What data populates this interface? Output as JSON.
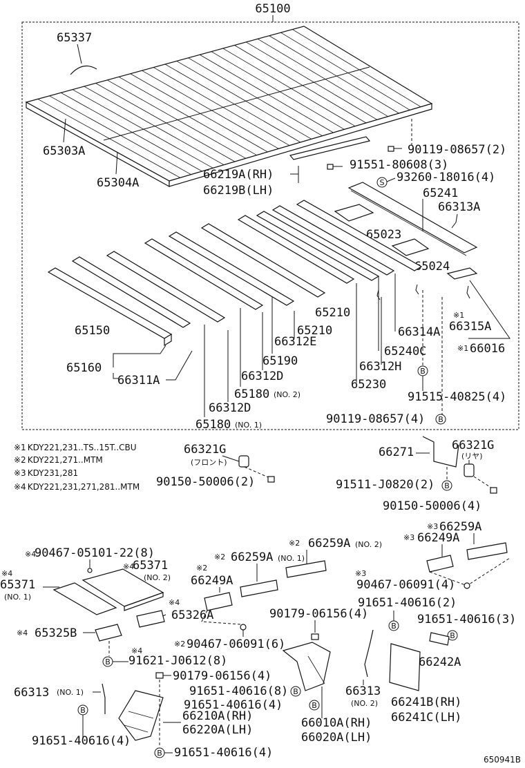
{
  "diagram_id": "650941B",
  "frame_title": "65100",
  "labels": {
    "p65337": "65337",
    "p65303a": "65303A",
    "p65304a": "65304A",
    "p66219a": "66219A(RH)",
    "p66219b": "66219B(LH)",
    "p90119a": "90119-08657(2)",
    "p91551": "91551-80608(3)",
    "p93260": "93260-18016(4)",
    "p65241": "65241",
    "p66313a": "66313A",
    "p65023": "65023",
    "p65024": "65024",
    "p65150": "65150",
    "p65160": "65160",
    "p66311a": "66311A",
    "p65210a": "65210",
    "p65210b": "65210",
    "p66312e": "66312E",
    "p65190": "65190",
    "p66312d_a": "66312D",
    "p65180_no2": "65180",
    "p65180_no2_sfx": "(NO. 2)",
    "p66312d_b": "66312D",
    "p65180_no1": "65180",
    "p65180_no1_sfx": "(NO. 1)",
    "p66314a": "66314A",
    "p65240c": "65240C",
    "p66312h": "66312H",
    "p65230": "65230",
    "p66315a": "66315A",
    "p66315a_mark": "※1",
    "p66016": "66016",
    "p66016_mark": "※1",
    "p91515": "91515-40825(4)",
    "p90119b": "90119-08657(4)",
    "p66321g_f": "66321G",
    "p66321g_f_sfx": "(フロント)",
    "p90150_f": "90150-50006(2)",
    "p66271": "66271",
    "p66321g_r": "66321G",
    "p66321g_r_sfx": "(リヤ)",
    "p91511": "91511-J0820(2)",
    "p90150_r": "90150-50006(4)",
    "p90467_05101": "90467-05101-22(8)",
    "p90467_05101_mark": "※4",
    "p65371_no2": "65371",
    "p65371_no2_mark": "※4",
    "p65371_no2_sfx": "(NO. 2)",
    "p65371_no1": "65371",
    "p65371_no1_mark": "※4",
    "p65371_no1_sfx": "(NO. 1)",
    "p66259a_no2": "66259A",
    "p66259a_no2_mark": "※2",
    "p66259a_no2_sfx": "(NO. 2)",
    "p66259a_no1": "66259A",
    "p66259a_no1_mark": "※2",
    "p66259a_no1_sfx": "(NO. 1)",
    "p66249a_l": "66249A",
    "p66249a_l_mark": "※2",
    "p65326a": "65326A",
    "p65326a_mark": "※4",
    "p65325b": "65325B",
    "p65325b_mark": "※4",
    "p91621": "91621-J0612(8)",
    "p91621_mark": "※4",
    "p90467_06091_l": "90467-06091(6)",
    "p90467_06091_l_mark": "※2",
    "p90179_a": "90179-06156(4)",
    "p90179_b": "90179-06156(4)",
    "p66259a_r": "66259A",
    "p66259a_r_mark": "※3",
    "p66249a_r": "66249A",
    "p66249a_r_mark": "※3",
    "p90467_06091_r": "90467-06091(4)",
    "p90467_06091_r_mark": "※3",
    "p91651_2": "91651-40616(2)",
    "p91651_3": "91651-40616(3)",
    "p66242a": "66242A",
    "p66313_no1": "66313",
    "p66313_no1_sfx": "(NO. 1)",
    "p91651_8": "91651-40616(8)",
    "p91651_4a": "91651-40616(4)",
    "p66210a": "66210A(RH)",
    "p66220a": "66220A(LH)",
    "p66313_no2": "66313",
    "p66313_no2_sfx": "(NO. 2)",
    "p66241b": "66241B(RH)",
    "p66241c": "66241C(LH)",
    "p66010a": "66010A(RH)",
    "p66020a": "66020A(LH)",
    "p91651_4b": "91651-40616(4)",
    "p91651_4c": "91651-40616(4)"
  },
  "footnotes": [
    {
      "mark": "※1",
      "text": "KDY221,231..TS..15T..CBU"
    },
    {
      "mark": "※2",
      "text": "KDY221,271..MTM"
    },
    {
      "mark": "※3",
      "text": "KDY231,281"
    },
    {
      "mark": "※4",
      "text": "KDY221,231,271,281..MTM"
    }
  ],
  "bolt_marker": "B",
  "stud_marker": "S"
}
